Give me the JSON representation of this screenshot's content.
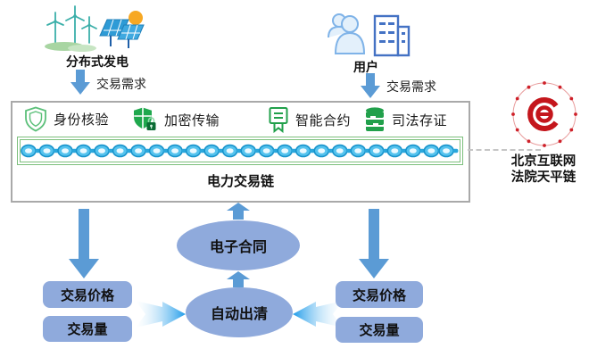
{
  "diagram": {
    "left_source": {
      "label": "分布式发电",
      "demand_label": "交易需求"
    },
    "right_source": {
      "label": "用户",
      "demand_label": "交易需求"
    },
    "platform": {
      "features": [
        {
          "icon": "shield-outline-icon",
          "label": "身份核验"
        },
        {
          "icon": "shield-lock-icon",
          "label": "加密传输"
        },
        {
          "icon": "smart-contract-icon",
          "label": "智能合约"
        },
        {
          "icon": "judicial-deposit-icon",
          "label": "司法存证"
        }
      ],
      "title": "电力交易链"
    },
    "court_chain": {
      "line1": "北京互联网",
      "line2": "法院天平链"
    },
    "process": {
      "electronic_contract": "电子合同",
      "auto_clearing": "自动出清",
      "left": {
        "price": "交易价格",
        "volume": "交易量"
      },
      "right": {
        "price": "交易价格",
        "volume": "交易量"
      }
    },
    "colors": {
      "arrow_blue": "#5B9BD5",
      "shape_fill": "#8FAADC",
      "feature_green": "#21A04B",
      "chain_blue": "#35AEE3",
      "logo_red": "#C4161C",
      "box_border_gray": "#A9A9A9",
      "frame_green": "#7CBF7C"
    }
  }
}
